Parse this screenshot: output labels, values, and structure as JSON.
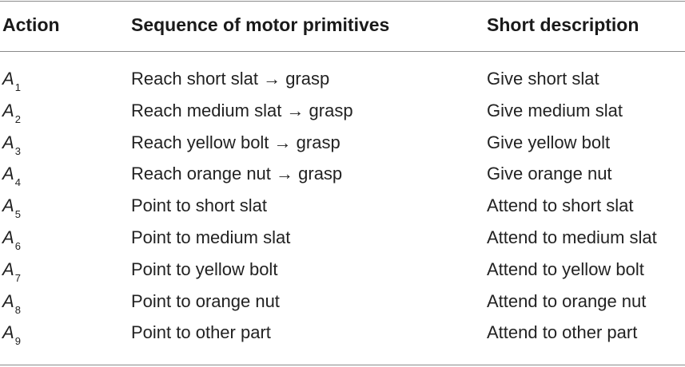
{
  "table": {
    "headers": {
      "action": "Action",
      "sequence": "Sequence of motor primitives",
      "description": "Short description"
    },
    "rows": [
      {
        "symbol": "A",
        "index": "1",
        "sequence": "Reach short slat → grasp",
        "description": "Give short slat"
      },
      {
        "symbol": "A",
        "index": "2",
        "sequence": "Reach medium slat → grasp",
        "description": "Give medium slat"
      },
      {
        "symbol": "A",
        "index": "3",
        "sequence": "Reach yellow bolt → grasp",
        "description": "Give yellow bolt"
      },
      {
        "symbol": "A",
        "index": "4",
        "sequence": "Reach orange nut → grasp",
        "description": "Give orange nut"
      },
      {
        "symbol": "A",
        "index": "5",
        "sequence": "Point to short slat",
        "description": "Attend to short slat"
      },
      {
        "symbol": "A",
        "index": "6",
        "sequence": "Point to medium slat",
        "description": "Attend to medium slat"
      },
      {
        "symbol": "A",
        "index": "7",
        "sequence": "Point to yellow bolt",
        "description": "Attend to yellow bolt"
      },
      {
        "symbol": "A",
        "index": "8",
        "sequence": "Point to orange nut",
        "description": "Attend to orange nut"
      },
      {
        "symbol": "A",
        "index": "9",
        "sequence": "Point to other part",
        "description": "Attend to other part"
      }
    ]
  }
}
